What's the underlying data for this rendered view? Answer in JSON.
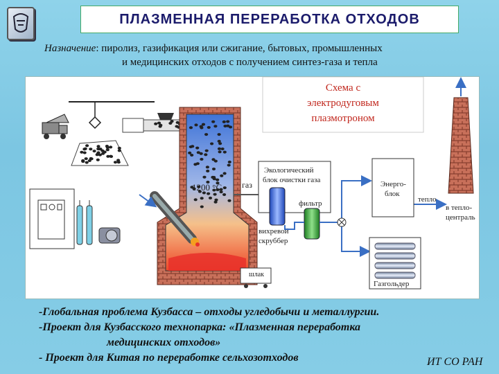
{
  "header": {
    "title": "ПЛАЗМЕННАЯ ПЕРЕРАБОТКА ОТХОДОВ"
  },
  "purpose": {
    "label": "Назначение",
    "line1": ": пиролиз, газификация или сжигание, бытовых, промышленных",
    "line2": "и медицинских отходов с получением синтез-газа и тепла"
  },
  "diagram": {
    "scheme_title": [
      "Схема с",
      "электродуговым",
      "плазмотроном"
    ],
    "temperature": "1200 °C",
    "gas_label": "газ",
    "eco_block": [
      "Экологический",
      "блок очистки газа"
    ],
    "filter_label": "фильтр",
    "scrubber_label": [
      "вихревой",
      "скруббер"
    ],
    "energy_block": [
      "Энерго-",
      "блок"
    ],
    "heat_label": "тепло",
    "heat_dest": [
      "в тепло-",
      "централь"
    ],
    "slag_label": "шлак",
    "gasholder_label": "Газгольдер"
  },
  "bullets": [
    "-Глобальная проблема Кузбасса – отходы угледобычи и металлургии.",
    "-Проект для Кузбасского технопарка: «Плазменная переработка",
    "медицинских отходов»",
    "- Проект для Китая по переработке сельхозотходов"
  ],
  "footer": {
    "org": "ИТ СО РАН"
  },
  "colors": {
    "background": "#86cde6",
    "title_text": "#1b1b6b",
    "brick": "#b5604a",
    "flow_arrow": "#3a6fc4",
    "hot_zone": "#e8502a",
    "scrubber": "#3b6fd6",
    "filter": "#3da83a"
  }
}
